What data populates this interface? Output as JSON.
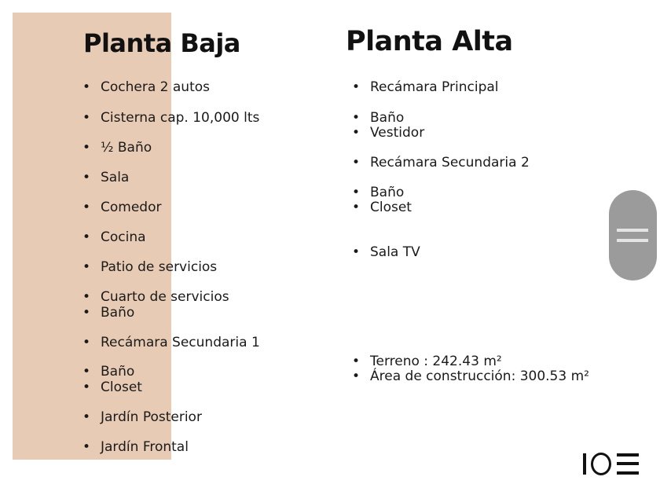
{
  "left": {
    "title": "Planta Baja",
    "items": [
      "Cochera 2 autos",
      "Cisterna cap. 10,000 lts",
      "½ Baño",
      "Sala",
      "Comedor",
      "Cocina",
      "Patio de servicios",
      "Cuarto de servicios",
      "Baño",
      "Recámara Secundaria 1",
      "Baño",
      "Closet",
      "Jardín Posterior",
      "Jardín Frontal"
    ]
  },
  "right": {
    "title": "Planta Alta",
    "items": [
      "Recámara Principal",
      "Baño",
      "Vestidor",
      "Recámara Secundaria 2",
      "Baño",
      "Closet",
      "Sala TV"
    ],
    "areas": [
      "Terreno : 242.43 m²",
      "Área de construcción: 300.53 m²"
    ]
  },
  "bullet": "•",
  "logo": "IO≡",
  "colors": {
    "accent": "#e8cbb4",
    "handle": "#9b9b9b"
  }
}
